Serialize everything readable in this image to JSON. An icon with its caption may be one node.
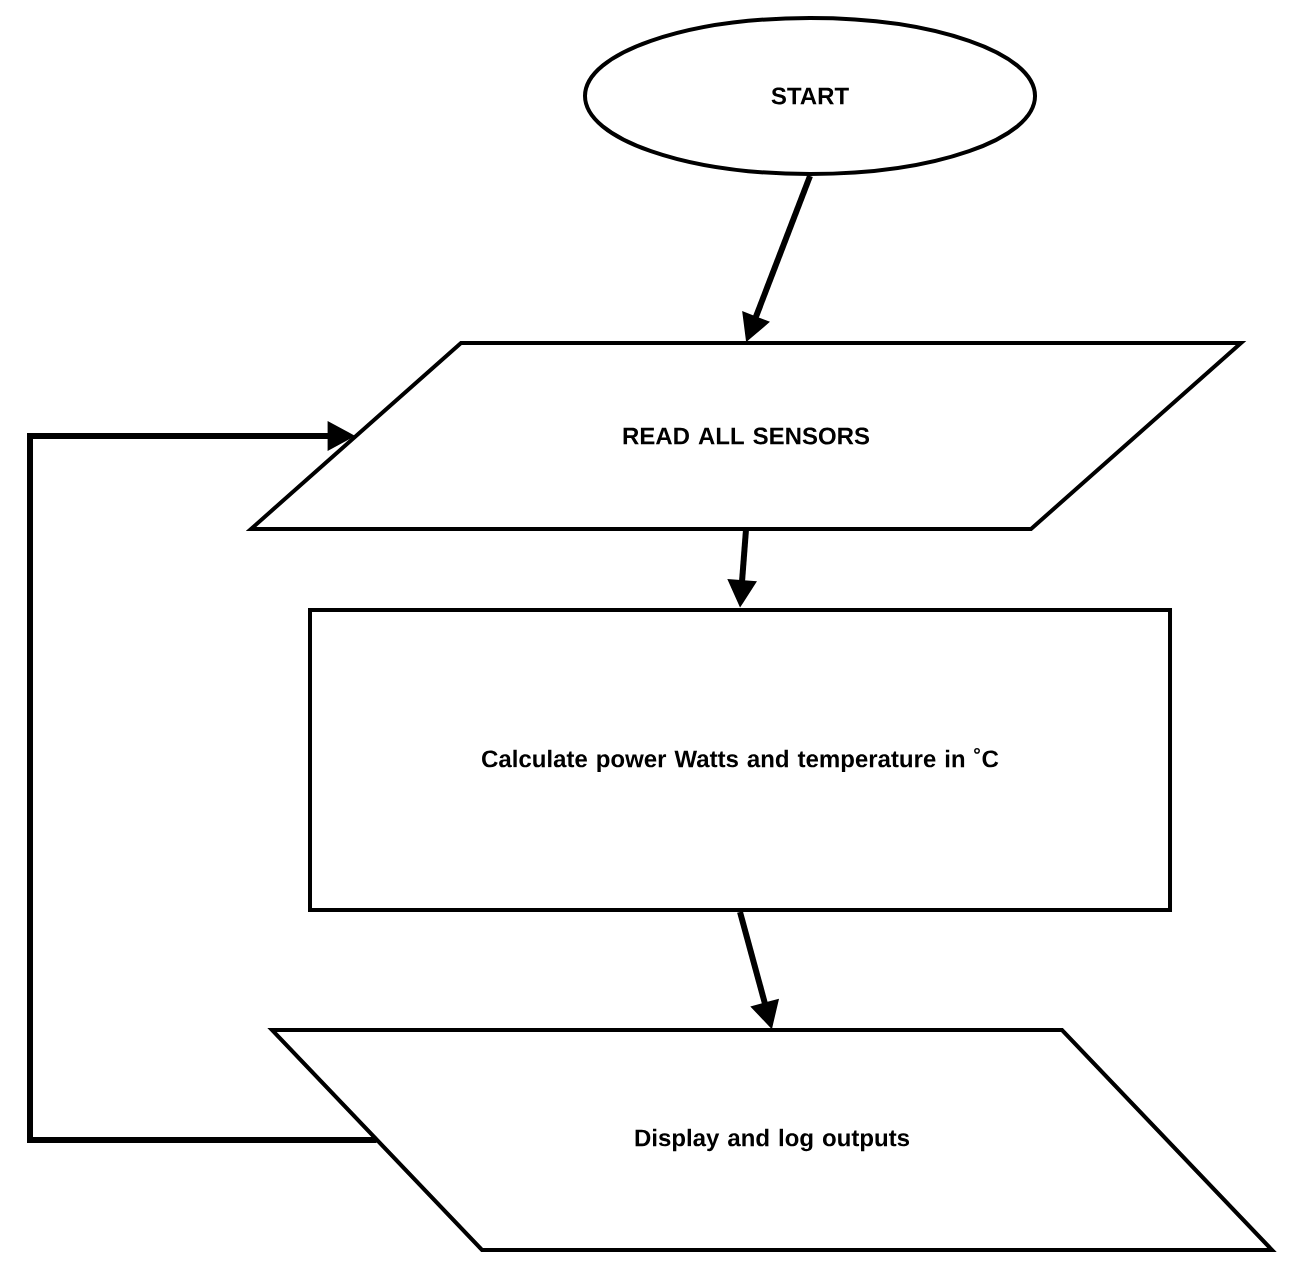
{
  "diagram": {
    "nodes": [
      {
        "text": [
          "START"
        ]
      },
      {
        "text": [
          "READ ALL SENSORS"
        ]
      },
      {
        "text": [
          "Calculate power Watts and temperature in ˚C"
        ]
      },
      {
        "text": [
          "Display and log outputs"
        ]
      }
    ],
    "edges": [
      {
        "from": 0,
        "to": 1,
        "arrow": "to"
      },
      {
        "from": 1,
        "to": 2,
        "arrow": "to"
      },
      {
        "from": 2,
        "to": 3,
        "arrow": "to"
      },
      {
        "from": 3,
        "to": 1,
        "arrow": "to"
      }
    ]
  }
}
